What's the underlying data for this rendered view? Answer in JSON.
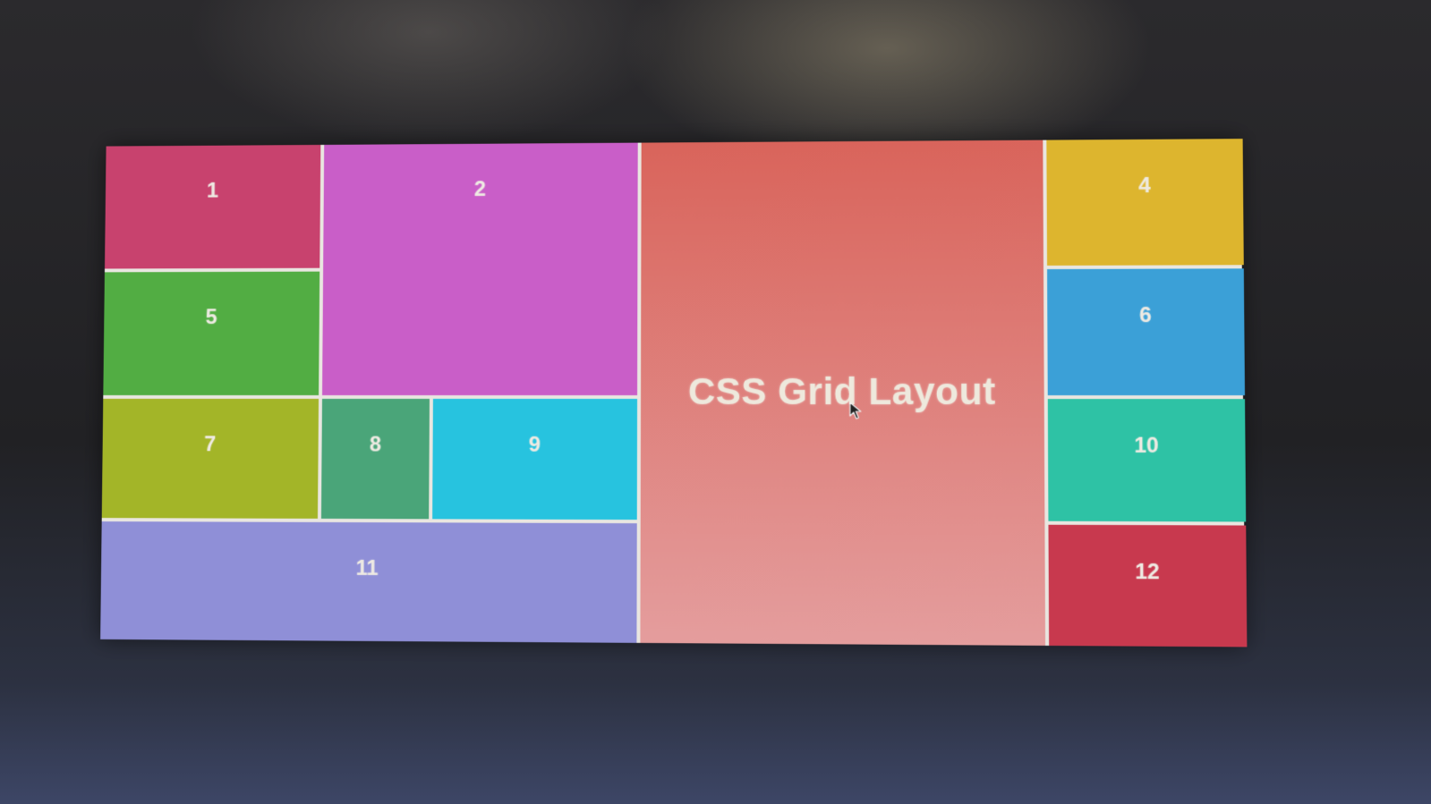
{
  "colors": {
    "cell_1": "#c8426e",
    "cell_2": "#c95ec8",
    "cell_3_top": "#d9645b",
    "cell_3_bottom": "#e49d9d",
    "cell_4": "#ddb52e",
    "cell_5": "#52ad43",
    "cell_6": "#3ba0d7",
    "cell_7": "#a3b528",
    "cell_8": "#4aa579",
    "cell_9": "#27c3df",
    "cell_10": "#2ec2a5",
    "cell_11": "#8f8fd7",
    "cell_12": "#c8394e",
    "gap": "#e9e6e0"
  },
  "grid": {
    "title": "CSS Grid Layout",
    "cells": {
      "c1": "1",
      "c2": "2",
      "c4": "4",
      "c5": "5",
      "c6": "6",
      "c7": "7",
      "c8": "8",
      "c9": "9",
      "c10": "10",
      "c11": "11",
      "c12": "12"
    }
  },
  "icons": {
    "cursor": "mouse-pointer-icon"
  }
}
